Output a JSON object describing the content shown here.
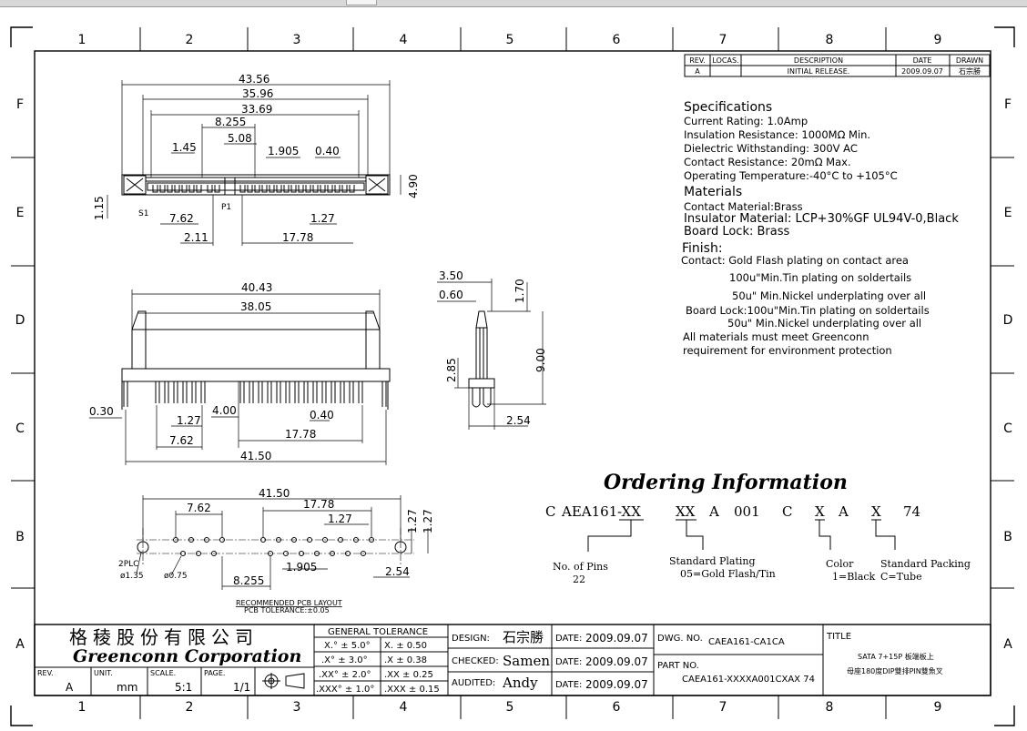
{
  "zones": {
    "columns": [
      "1",
      "2",
      "3",
      "4",
      "5",
      "6",
      "7",
      "8",
      "9"
    ],
    "rows": [
      "F",
      "E",
      "D",
      "C",
      "B",
      "A"
    ]
  },
  "revision": {
    "headers": [
      "REV.",
      "LOCAS.",
      "DESCRIPTION",
      "DATE",
      "DRAWN"
    ],
    "rows": [
      [
        "A",
        "",
        "INITIAL RELEASE.",
        "2009.09.07",
        "石宗勝"
      ]
    ]
  },
  "specifications": {
    "heading": "Specifications",
    "lines": [
      "Current Rating: 1.0Amp",
      "Insulation Resistance: 1000MΩ Min.",
      "Dielectric Withstanding: 300V AC",
      "Contact Resistance: 20mΩ Max.",
      "Operating Temperature:-40°C to +105°C"
    ],
    "materials_heading": "Materials",
    "materials": [
      "Contact Material:Brass",
      "Insulator Material: LCP+30%GF UL94V-0,Black",
      "Board Lock: Brass"
    ],
    "finish_heading": "Finish:",
    "finish": [
      "Contact: Gold Flash plating on contact area",
      "100u\"Min.Tin plating on soldertails",
      "50u\" Min.Nickel underplating over all",
      "Board Lock:100u\"Min.Tin plating on soldertails",
      "50u\" Min.Nickel underplating over all",
      "All materials must meet Greenconn",
      "requirement for environment protection"
    ]
  },
  "ordering": {
    "title": "Ordering Information",
    "code_parts": [
      "C",
      "AEA161",
      "-XX",
      "XX",
      "A",
      "001",
      "C",
      "X",
      "A",
      "X",
      "74"
    ],
    "labels": [
      {
        "line1": "No. of Pins",
        "line2": "22"
      },
      {
        "line1": "Standard Plating",
        "line2": "05=Gold Flash/Tin"
      },
      {
        "line1": "Color",
        "line2": "1=Black"
      },
      {
        "line1": "Standard Packing",
        "line2": "C=Tube"
      }
    ]
  },
  "top_view_dims": {
    "d1": "43.56",
    "d2": "35.96",
    "d3": "33.69",
    "d4": "8.255",
    "d5": "5.08",
    "d6": "1.45",
    "d7": "1.905",
    "d8": "0.40",
    "d9": "4.90",
    "d10": "1.15",
    "d11": "7.62",
    "d12": "1.27",
    "d13": "2.11",
    "d14": "17.78",
    "pin_s1": "S1",
    "pin_p1": "P1"
  },
  "front_view_dims": {
    "d1": "40.43",
    "d2": "38.05",
    "d3": "0.30",
    "d4": "1.27",
    "d5": "4.00",
    "d6": "0.40",
    "d7": "7.62",
    "d8": "17.78",
    "d9": "41.50"
  },
  "side_view_dims": {
    "d1": "3.50",
    "d2": "0.60",
    "d3": "1.70",
    "d4": "2.85",
    "d5": "9.00",
    "d6": "2.54"
  },
  "pcb_layout": {
    "d1": "41.50",
    "d2": "7.62",
    "d3": "17.78",
    "d4": "1.27",
    "d5": "1.27",
    "d6": "1.27",
    "d7": "1.905",
    "d8": "8.255",
    "d9": "2.54",
    "hole1": "2PLC",
    "hole1b": "ø1.35",
    "hole2": "ø0.75",
    "caption": "RECOMMENDED PCB LAYOUT",
    "tolerance": "PCB TOLERANCE:±0.05"
  },
  "title_block": {
    "company_cn": "格稜股份有限公司",
    "company_en": "Greenconn Corporation",
    "rev_label": "REV.",
    "rev_value": "A",
    "unit_label": "UNIT.",
    "unit_value": "mm",
    "scale_label": "SCALE.",
    "scale_value": "5:1",
    "page_label": "PAGE.",
    "page_value": "1/1",
    "tolerance_title": "GENERAL TOLERANCE",
    "tolerance": [
      [
        "X.° ± 5.0°",
        "X. ± 0.50"
      ],
      [
        ".X° ± 3.0°",
        ".X ± 0.38"
      ],
      [
        ".XX° ± 2.0°",
        ".XX ± 0.25"
      ],
      [
        ".XXX° ± 1.0°",
        ".XXX ± 0.15"
      ]
    ],
    "design_label": "DESIGN:",
    "design_value": "石宗勝",
    "checked_label": "CHECKED:",
    "checked_value": "Samen",
    "audited_label": "AUDITED:",
    "audited_value": "Andy",
    "date_label": "DATE:",
    "date_value": "2009.09.07",
    "dwg_label": "DWG. NO.",
    "dwg_value": "CAEA161-CA1CA",
    "part_label": "PART NO.",
    "part_value": "CAEA161-XXXXA001CXAX 74",
    "title_label": "TITLE",
    "title_line1": "SATA 7+15P 板端板上",
    "title_line2": "母座180度DIP雙排PIN雙魚叉"
  }
}
